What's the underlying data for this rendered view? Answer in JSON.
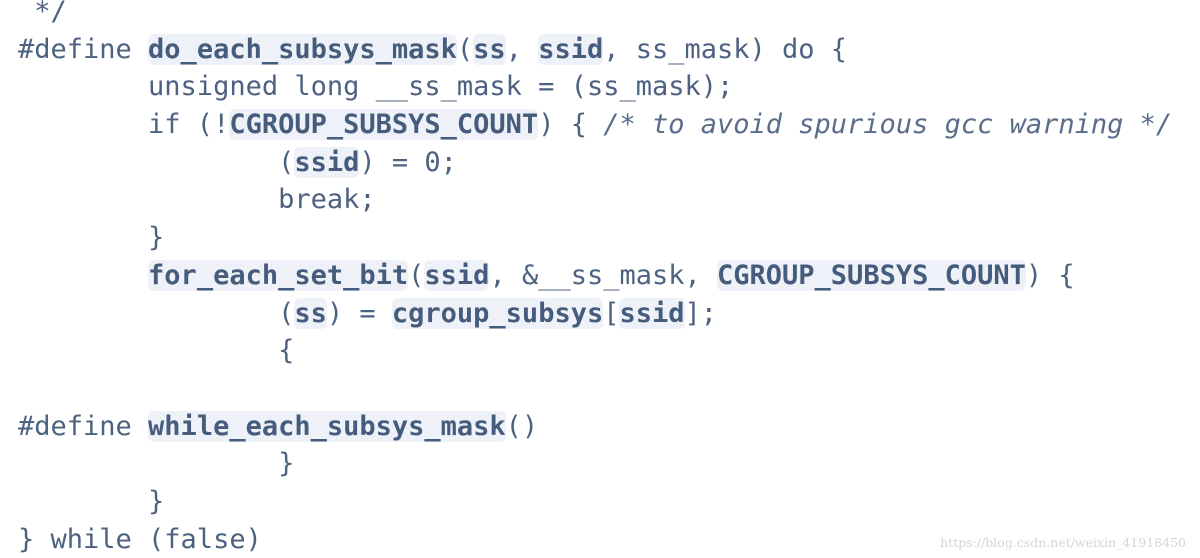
{
  "code_lines": [
    [
      {
        "t": " */",
        "k": "p"
      }
    ],
    [
      {
        "t": "#define ",
        "k": "p"
      },
      {
        "t": "do_each_subsys_mask",
        "k": "h"
      },
      {
        "t": "(",
        "k": "p"
      },
      {
        "t": "ss",
        "k": "h"
      },
      {
        "t": ", ",
        "k": "p"
      },
      {
        "t": "ssid",
        "k": "h"
      },
      {
        "t": ", ss_mask) do {",
        "k": "p"
      }
    ],
    [
      {
        "t": "        unsigned long __ss_mask = (ss_mask);",
        "k": "p"
      }
    ],
    [
      {
        "t": "        if (!",
        "k": "p"
      },
      {
        "t": "CGROUP_SUBSYS_COUNT",
        "k": "h"
      },
      {
        "t": ") { ",
        "k": "p"
      },
      {
        "t": "/* to avoid spurious gcc warning */",
        "k": "c"
      }
    ],
    [
      {
        "t": "                (",
        "k": "p"
      },
      {
        "t": "ssid",
        "k": "h"
      },
      {
        "t": ") = 0;",
        "k": "p"
      }
    ],
    [
      {
        "t": "                break;",
        "k": "p"
      }
    ],
    [
      {
        "t": "        }",
        "k": "p"
      }
    ],
    [
      {
        "t": "        ",
        "k": "p"
      },
      {
        "t": "for_each_set_bit",
        "k": "h"
      },
      {
        "t": "(",
        "k": "p"
      },
      {
        "t": "ssid",
        "k": "h"
      },
      {
        "t": ", &__ss_mask, ",
        "k": "p"
      },
      {
        "t": "CGROUP_SUBSYS_COUNT",
        "k": "h"
      },
      {
        "t": ") {",
        "k": "p"
      }
    ],
    [
      {
        "t": "                (",
        "k": "p"
      },
      {
        "t": "ss",
        "k": "h"
      },
      {
        "t": ") = ",
        "k": "p"
      },
      {
        "t": "cgroup_subsys",
        "k": "h"
      },
      {
        "t": "[",
        "k": "p"
      },
      {
        "t": "ssid",
        "k": "h"
      },
      {
        "t": "];",
        "k": "p"
      }
    ],
    [
      {
        "t": "                {",
        "k": "p"
      }
    ],
    [
      {
        "t": "",
        "k": "p"
      }
    ],
    [
      {
        "t": "#define ",
        "k": "p"
      },
      {
        "t": "while_each_subsys_mask",
        "k": "h"
      },
      {
        "t": "()",
        "k": "p"
      }
    ],
    [
      {
        "t": "                }",
        "k": "p"
      }
    ],
    [
      {
        "t": "        }",
        "k": "p"
      }
    ],
    [
      {
        "t": "} while (false)",
        "k": "p"
      }
    ]
  ],
  "watermark": "https://blog.csdn.net/weixin_41918450"
}
